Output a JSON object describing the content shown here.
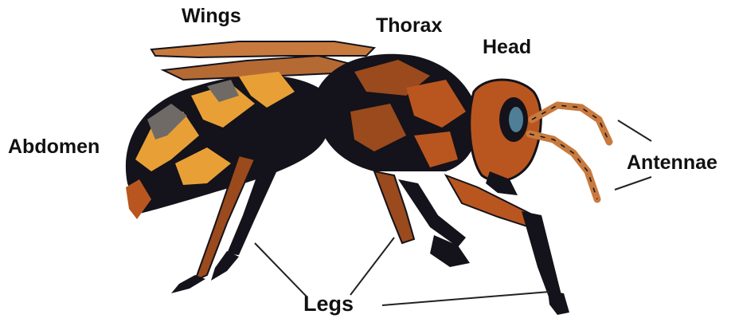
{
  "diagram": {
    "labels": {
      "wings": "Wings",
      "thorax": "Thorax",
      "head": "Head",
      "abdomen": "Abdomen",
      "antennae": "Antennae",
      "legs": "Legs"
    },
    "colors": {
      "black": "#14121a",
      "orange": "#e8a036",
      "rust": "#b9561f",
      "brown": "#9a4a1c",
      "gray": "#6f6a66",
      "wing": "#c87a3e",
      "eye": "#4e7f96",
      "leader_line": "#222222"
    }
  }
}
